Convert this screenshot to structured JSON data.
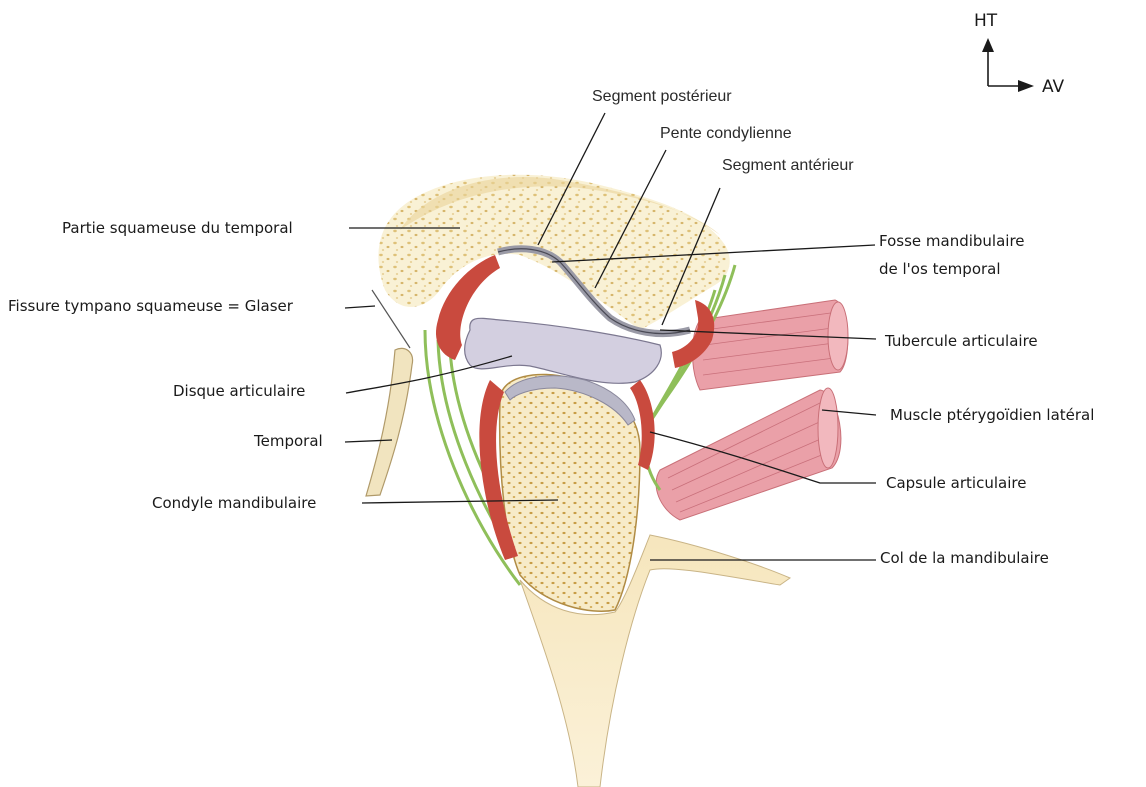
{
  "orientation": {
    "up": "HT",
    "forward": "AV"
  },
  "labels": {
    "segment_posterieur": "Segment postérieur",
    "pente_condylienne": "Pente condylienne",
    "segment_anterieur": "Segment antérieur",
    "partie_squameuse": "Partie squameuse du temporal",
    "fosse_mandibulaire_1": "Fosse mandibulaire",
    "fosse_mandibulaire_2": "de l'os temporal",
    "fissure": "Fissure tympano squameuse = Glaser",
    "tubercule": "Tubercule articulaire",
    "disque": "Disque articulaire",
    "muscle": "Muscle ptérygoïdien latéral",
    "temporal": "Temporal",
    "capsule": "Capsule articulaire",
    "condyle": "Condyle mandibulaire",
    "col": "Col de la mandibulaire"
  },
  "colors": {
    "bone": "#f7ecc9",
    "bone_dots": "#c9a64a",
    "cartilage": "#c94a3e",
    "disc": "#d3cfe0",
    "ligament": "#8fbf5a",
    "muscle": "#e99aa4",
    "fossa_line": "#9a9aa6"
  }
}
